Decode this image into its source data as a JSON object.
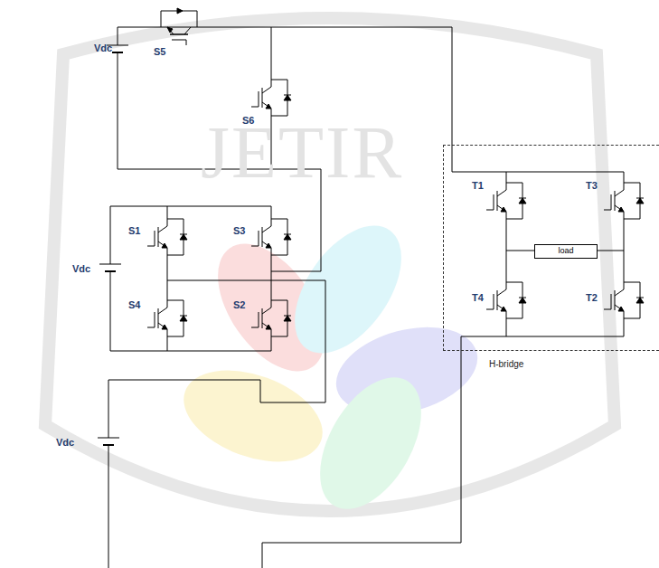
{
  "diagram": {
    "nodes": [
      {
        "text": [
          "H-bridge"
        ]
      },
      {
        "text": [
          "load"
        ],
        "in": 0
      }
    ],
    "labels": [
      "JETIR",
      "Vdc",
      "S5",
      "S6",
      "S1",
      "S3",
      "Vdc",
      "S4",
      "S2",
      "T1",
      "T3",
      "T4",
      "T2",
      "Vdc"
    ]
  }
}
